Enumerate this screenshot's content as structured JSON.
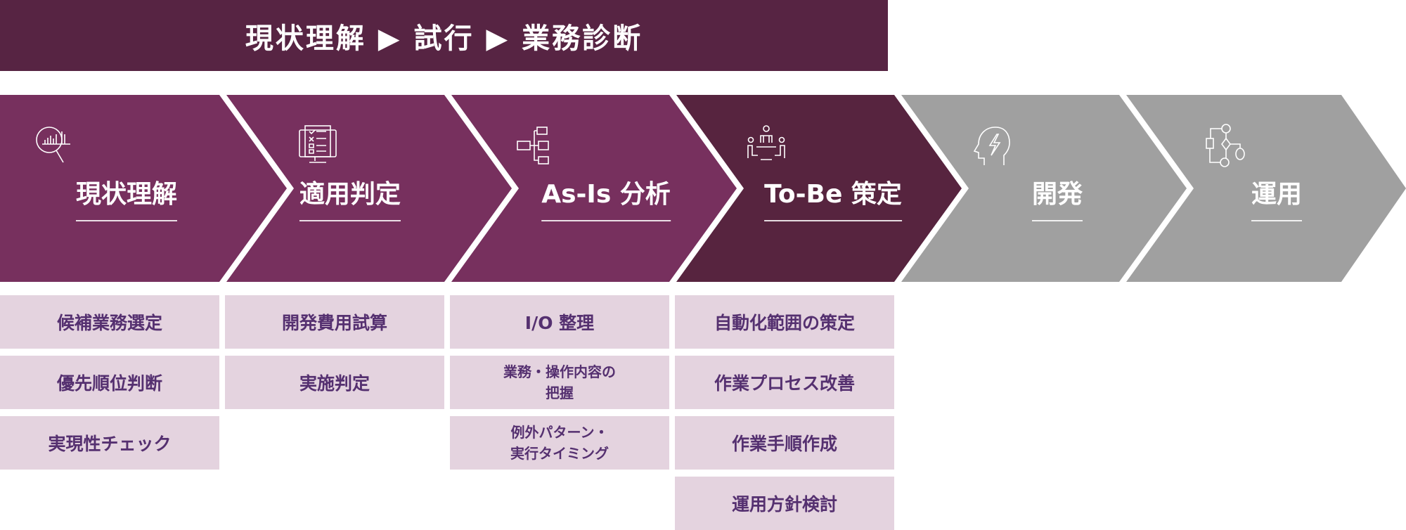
{
  "header": {
    "title": "現状理解 ▶ 試行 ▶ 業務診断"
  },
  "colors": {
    "header": "#572443",
    "active": "#77305e",
    "current": "#57243f",
    "inactive": "#a0a0a0",
    "box_bg": "#e4d3df",
    "box_text": "#553070"
  },
  "stages": [
    {
      "title": "現状理解",
      "icon": "magnifier-chart-icon",
      "status": "active"
    },
    {
      "title": "適用判定",
      "icon": "checklist-monitor-icon",
      "status": "active"
    },
    {
      "title": "As-Is 分析",
      "icon": "flowchart-icon",
      "status": "active"
    },
    {
      "title": "To-Be 策定",
      "icon": "meeting-icon",
      "status": "current"
    },
    {
      "title": "開発",
      "icon": "brain-lightning-icon",
      "status": "inactive"
    },
    {
      "title": "運用",
      "icon": "process-flow-icon",
      "status": "inactive"
    }
  ],
  "tasks": [
    [
      "候補業務選定",
      "優先順位判断",
      "実現性チェック"
    ],
    [
      "開発費用試算",
      "実施判定"
    ],
    [
      "I/O 整理",
      "業務・操作内容の\n把握",
      "例外パターン・\n実行タイミング"
    ],
    [
      "自動化範囲の策定",
      "作業プロセス改善",
      "作業手順作成",
      "運用方針検討"
    ]
  ]
}
